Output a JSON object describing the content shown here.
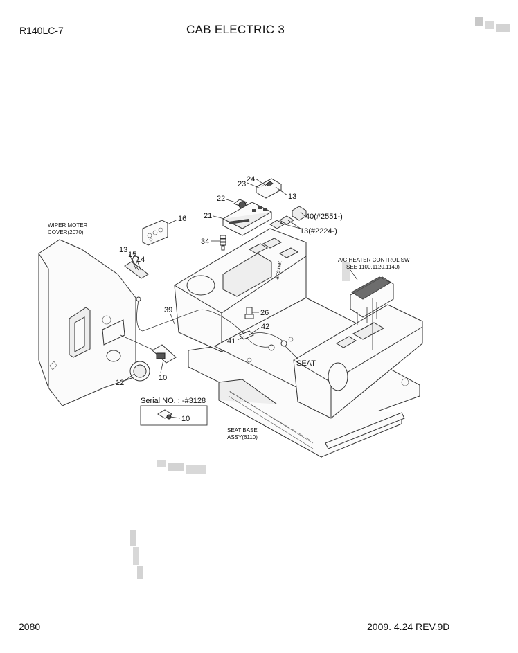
{
  "header": {
    "model": "R140LC-7",
    "title": "CAB ELECTRIC 3"
  },
  "footer": {
    "page_number": "2080",
    "revision": "2009. 4.24  REV.9D"
  },
  "diagram": {
    "callouts": {
      "c24": "24",
      "c23": "23",
      "c13a": "13",
      "c22": "22",
      "c21": "21",
      "c40": "40(#2551-)",
      "c13b": "13(#2224-)",
      "c16": "16",
      "c34": "34",
      "c13c": "13",
      "c15": "15",
      "c14": "14",
      "c39": "39",
      "c26": "26",
      "c42": "42",
      "c41": "41",
      "c10a": "10",
      "c12": "12",
      "c10b": "10"
    },
    "notes": {
      "wiper_cover_line1": "WIPER MOTER",
      "wiper_cover_line2": "COVER(2070)",
      "ac_control_line1": "A/C HEATER CONTROL SW",
      "ac_control_line2": "SEE 1100,1120,1140)",
      "seat": "SEAT",
      "seat_base_line1": "SEAT BASE",
      "seat_base_line2": "ASSY(6110)",
      "serial_no": "Serial NO. : -#3128"
    },
    "watermark": "arts.net"
  }
}
